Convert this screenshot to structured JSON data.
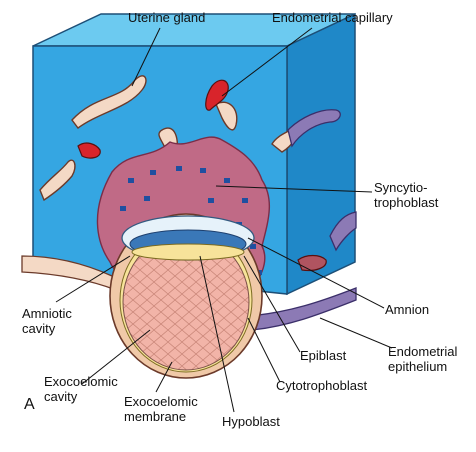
{
  "labels": {
    "uterine_gland": "Uterine gland",
    "endometrial_capillary": "Endometrial capillary",
    "syncytiotrophoblast": "Syncytio-\ntrophoblast",
    "amnion": "Amnion",
    "amniotic_cavity": "Amniotic\ncavity",
    "endometrial_epithelium": "Endometrial\nepithelium",
    "epiblast": "Epiblast",
    "cytotrophoblast": "Cytotrophoblast",
    "exocoelomic_cavity": "Exocoelomic\ncavity",
    "exocoelomic_membrane": "Exocoelomic\nmembrane",
    "hypoblast": "Hypoblast"
  },
  "panel_letter": "A",
  "colors": {
    "endometrium_front": "#3aa8e0",
    "endometrium_top": "#5cc1ee",
    "endometrium_side": "#1f88c8",
    "syncytiotrophoblast": "#c06a86",
    "blastocyst_wall": "#f0c9a8",
    "exocoelomic_cavity": "#f1b7ad",
    "capillary_blood": "#d8242b",
    "epithelium_purple": "#8c7ab5",
    "gland_tissue": "#f4d9c5"
  }
}
